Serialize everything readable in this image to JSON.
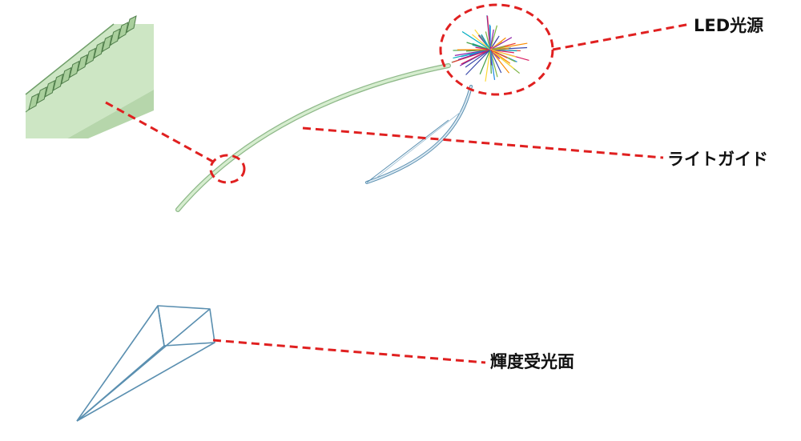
{
  "labels": {
    "led_source": "LED光源",
    "light_guide": "ライトガイド",
    "receiver": "輝度受光面"
  },
  "colors": {
    "callout": "#e02020",
    "guide_fill": "#cfe8c8",
    "guide_stroke": "#8fb98a",
    "wire": "#5a8fb0",
    "ray_palette": [
      "#e53935",
      "#43a047",
      "#1e88e5",
      "#8e24aa",
      "#fdd835",
      "#fb8c00",
      "#00acc1",
      "#d81b60",
      "#7cb342",
      "#3949ab"
    ]
  }
}
